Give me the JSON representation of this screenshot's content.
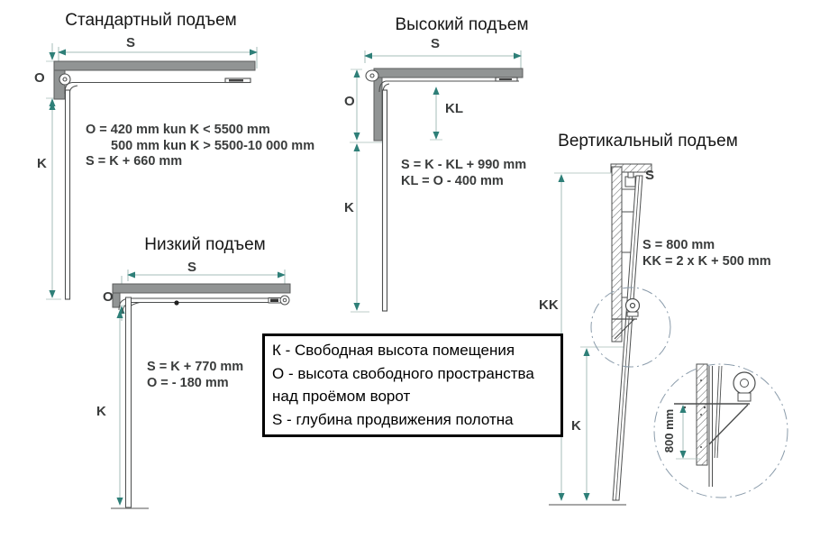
{
  "diagrams": {
    "standard": {
      "title": "Стандартный подъем",
      "labels": {
        "s": "S",
        "o": "O",
        "k": "K"
      },
      "formulas": [
        "O = 420 mm kun K < 5500 mm",
        "500 mm kun K > 5500-10 000 mm",
        "S = K + 660 mm"
      ]
    },
    "high": {
      "title": "Высокий подъем",
      "labels": {
        "s": "S",
        "o": "O",
        "k": "K",
        "kl": "KL"
      },
      "formulas": [
        "S = K - KL + 990 mm",
        "KL = O - 400 mm"
      ]
    },
    "low": {
      "title": "Низкий подъем",
      "labels": {
        "s": "S",
        "o": "O",
        "k": "K"
      },
      "formulas": [
        "S = K + 770 mm",
        "O = - 180 mm"
      ]
    },
    "vertical": {
      "title": "Вертикальный подъем",
      "labels": {
        "s": "S",
        "k": "K",
        "kk": "KK",
        "detail": "800 mm"
      },
      "formulas": [
        "S = 800 mm",
        "KK = 2 x K + 500 mm"
      ]
    }
  },
  "legend": {
    "items": [
      "К - Свободная высота помещения",
      "О - высота свободного пространства над проёмом ворот",
      "S - глубина продвижения полотна"
    ]
  },
  "colors": {
    "dimension_arrow": "#2e7f78",
    "dimension_line": "#a6bcb9",
    "track_fill": "#919494",
    "drawing_line": "#4d4f4f"
  }
}
